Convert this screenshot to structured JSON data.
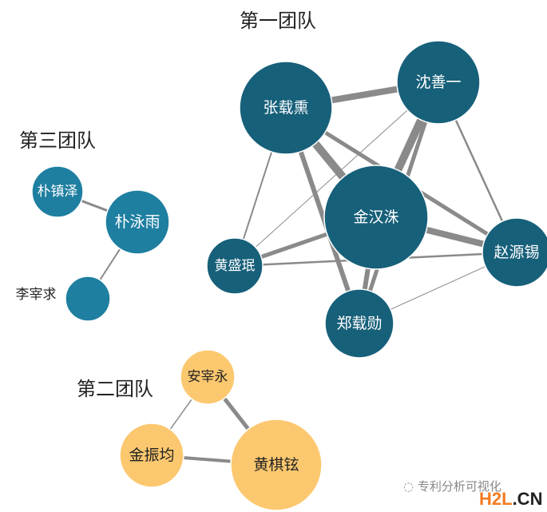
{
  "teams": [
    {
      "title": "第一团队",
      "color": "#17607a",
      "members": [
        "张载熏",
        "沈善一",
        "金汉洙",
        "黄盛珉",
        "赵源锡",
        "郑载勋"
      ],
      "edges": [
        {
          "a": "张载熏",
          "b": "沈善一",
          "w": 8
        },
        {
          "a": "张载熏",
          "b": "金汉洙",
          "w": 10
        },
        {
          "a": "张载熏",
          "b": "赵源锡",
          "w": 5
        },
        {
          "a": "张载熏",
          "b": "郑载勋",
          "w": 6
        },
        {
          "a": "张载熏",
          "b": "黄盛珉",
          "w": 2
        },
        {
          "a": "沈善一",
          "b": "金汉洙",
          "w": 10
        },
        {
          "a": "沈善一",
          "b": "郑载勋",
          "w": 5
        },
        {
          "a": "沈善一",
          "b": "黄盛珉",
          "w": 1
        },
        {
          "a": "沈善一",
          "b": "赵源锡",
          "w": 2.5
        },
        {
          "a": "金汉洙",
          "b": "赵源锡",
          "w": 8
        },
        {
          "a": "金汉洙",
          "b": "黄盛珉",
          "w": 5
        },
        {
          "a": "金汉洙",
          "b": "郑载勋",
          "w": 6
        },
        {
          "a": "黄盛珉",
          "b": "赵源锡",
          "w": 2.5
        },
        {
          "a": "郑载勋",
          "b": "赵源锡",
          "w": 1
        }
      ]
    },
    {
      "title": "第二团队",
      "color": "#fcc86f",
      "members": [
        "安宰永",
        "金振均",
        "黄棋铉"
      ],
      "edges": [
        {
          "a": "安宰永",
          "b": "黄棋铉",
          "w": 5
        },
        {
          "a": "金振均",
          "b": "黄棋铉",
          "w": 4
        },
        {
          "a": "安宰永",
          "b": "金振均",
          "w": 1.5
        }
      ]
    },
    {
      "title": "第三团队",
      "color": "#1e7fa1",
      "members": [
        "朴镇泽",
        "朴泳雨",
        "李宰求"
      ],
      "edges": [
        {
          "a": "朴镇泽",
          "b": "朴泳雨",
          "w": 3
        },
        {
          "a": "朴泳雨",
          "b": "李宰求",
          "w": 2
        }
      ]
    }
  ],
  "watermark": {
    "text": "专利分析可视化",
    "site_a": "H2L",
    "site_b": ".CN"
  }
}
